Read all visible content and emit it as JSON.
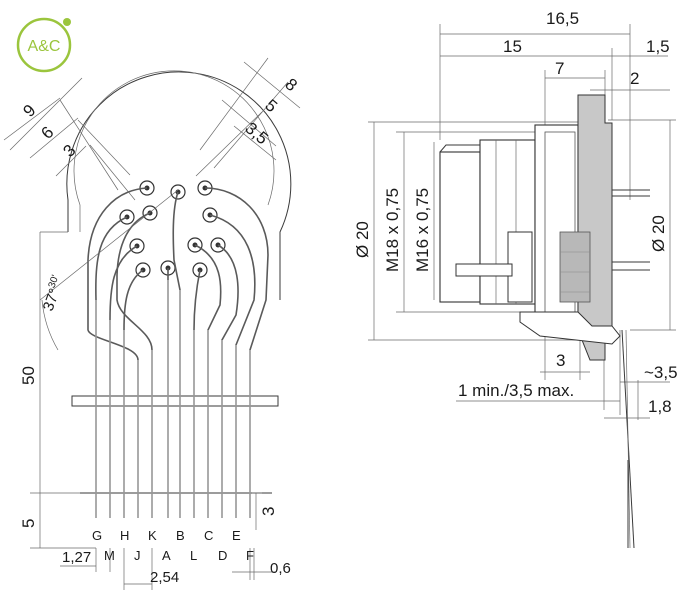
{
  "logo": {
    "text": "A&C",
    "color": "#9bc53d"
  },
  "left_view": {
    "dims": {
      "d9": "9",
      "d6": "6",
      "d3": "3",
      "d8": "8",
      "d5": "5",
      "d35": "3,5",
      "angle_main": "37°",
      "angle_sup": "30'",
      "len50": "50",
      "len5": "5",
      "len3": "3",
      "pitch127": "1,27",
      "pitch254": "2,54",
      "wire06": "0,6"
    },
    "pins_top": [
      "G",
      "H",
      "K",
      "B",
      "C",
      "E"
    ],
    "pins_bottom": [
      "M",
      "J",
      "A",
      "L",
      "D",
      "F"
    ]
  },
  "right_view": {
    "dims": {
      "d165": "16,5",
      "d15": "15",
      "d15b": "1,5",
      "d7": "7",
      "d2": "2",
      "dia20_left": "Ø 20",
      "m18": "M18 x 0,75",
      "m16": "M16 x 0,75",
      "dia20_right": "Ø 20",
      "d3": "3",
      "d35": "~3,5",
      "panel": "1 min./3,5 max.",
      "d18": "1,8"
    }
  }
}
